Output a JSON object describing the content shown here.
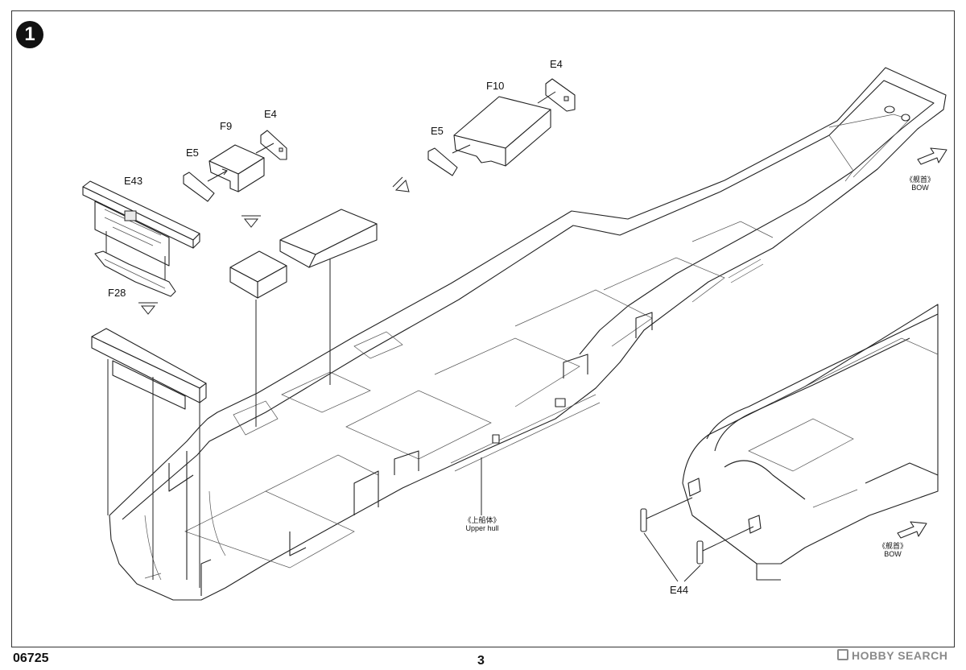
{
  "step": {
    "number": "1"
  },
  "parts": {
    "e43": "E43",
    "f28": "F28",
    "e5_left": "E5",
    "f9": "F9",
    "e4_left": "E4",
    "e5_right": "E5",
    "f10": "F10",
    "e4_right": "E4",
    "e44": "E44"
  },
  "labels": {
    "bow_top_cn": "《舰首》",
    "bow_top_en": "BOW",
    "upper_hull_cn": "《上船体》",
    "upper_hull_en": "Upper hull",
    "bow_bottom_cn": "《舰首》",
    "bow_bottom_en": "BOW"
  },
  "footer": {
    "code": "06725",
    "page": "3",
    "watermark": "HOBBY SEARCH"
  }
}
